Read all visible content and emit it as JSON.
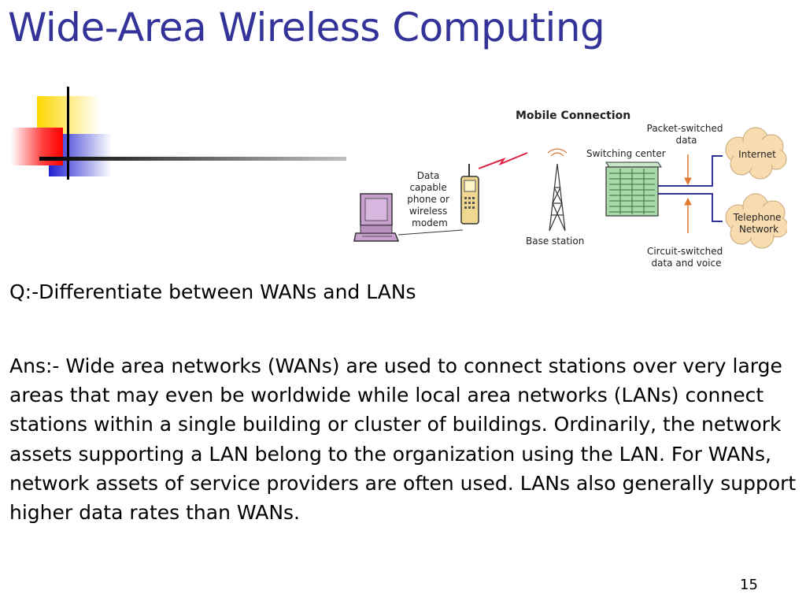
{
  "slide": {
    "title": "Wide-Area Wireless Computing",
    "question": "Q:-Differentiate between WANs and LANs",
    "answer": "Ans:- Wide area networks (WANs) are used to connect stations over very large areas that may even be worldwide while local area networks (LANs) connect stations within a single building or cluster of buildings. Ordinarily, the network assets supporting a LAN belong to the organization using the LAN. For WANs, network assets of service providers are often used. LANs also generally support higher data rates than WANs.",
    "page_number": "15"
  },
  "diagram": {
    "heading": "Mobile Connection",
    "device_label": [
      "Data",
      "capable",
      "phone or",
      "wireless",
      "modem"
    ],
    "base_station_label": "Base station",
    "switching_center_label": "Switching center",
    "packet_label": [
      "Packet-switched",
      "data"
    ],
    "circuit_label": [
      "Circuit-switched",
      "data and voice"
    ],
    "internet_label": "Internet",
    "telephone_label": [
      "Telephone",
      "Network"
    ]
  },
  "colors": {
    "title": "#333399",
    "cloud": "#f8dcb0",
    "laptop": "#c8a0d0",
    "phone": "#f0d890",
    "switch": "#a8d8a8",
    "line_blue": "#333399",
    "arrow_orange": "#e07830",
    "signal_red": "#e02040"
  }
}
